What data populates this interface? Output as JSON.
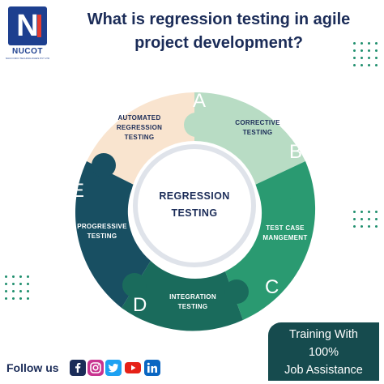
{
  "brand": {
    "logo_letter": "N",
    "name": "NUCOT",
    "tagline": "NUCO INFO TECHNOLOGIES PVT LTD"
  },
  "title": {
    "line1": "What is regression testing in agile",
    "line2": "project development?"
  },
  "diagram": {
    "center_line1": "REGRESSION",
    "center_line2": "TESTING",
    "segments": [
      {
        "letter": "A",
        "line1": "AUTOMATED",
        "line2": "REGRESSION",
        "line3": "TESTING",
        "color": "#f9e4cf"
      },
      {
        "letter": "B",
        "line1": "CORRECTIVE",
        "line2": "TESTING",
        "color": "#b8dcc4"
      },
      {
        "letter": "C",
        "line1": "TEST CASE",
        "line2": "MANGEMENT",
        "color": "#2a9a71"
      },
      {
        "letter": "D",
        "line1": "INTEGRATION",
        "line2": "TESTING",
        "color": "#1a6b5c"
      },
      {
        "letter": "E",
        "line1": "PROGRESSIVE",
        "line2": "TESTING",
        "color": "#184f62"
      }
    ]
  },
  "footer": {
    "follow_label": "Follow us",
    "social_icons": [
      "facebook-icon",
      "instagram-icon",
      "twitter-icon",
      "youtube-icon",
      "linkedin-icon"
    ]
  },
  "badge": {
    "line1": "Training With",
    "line2": "100%",
    "line3": "Job Assistance"
  }
}
